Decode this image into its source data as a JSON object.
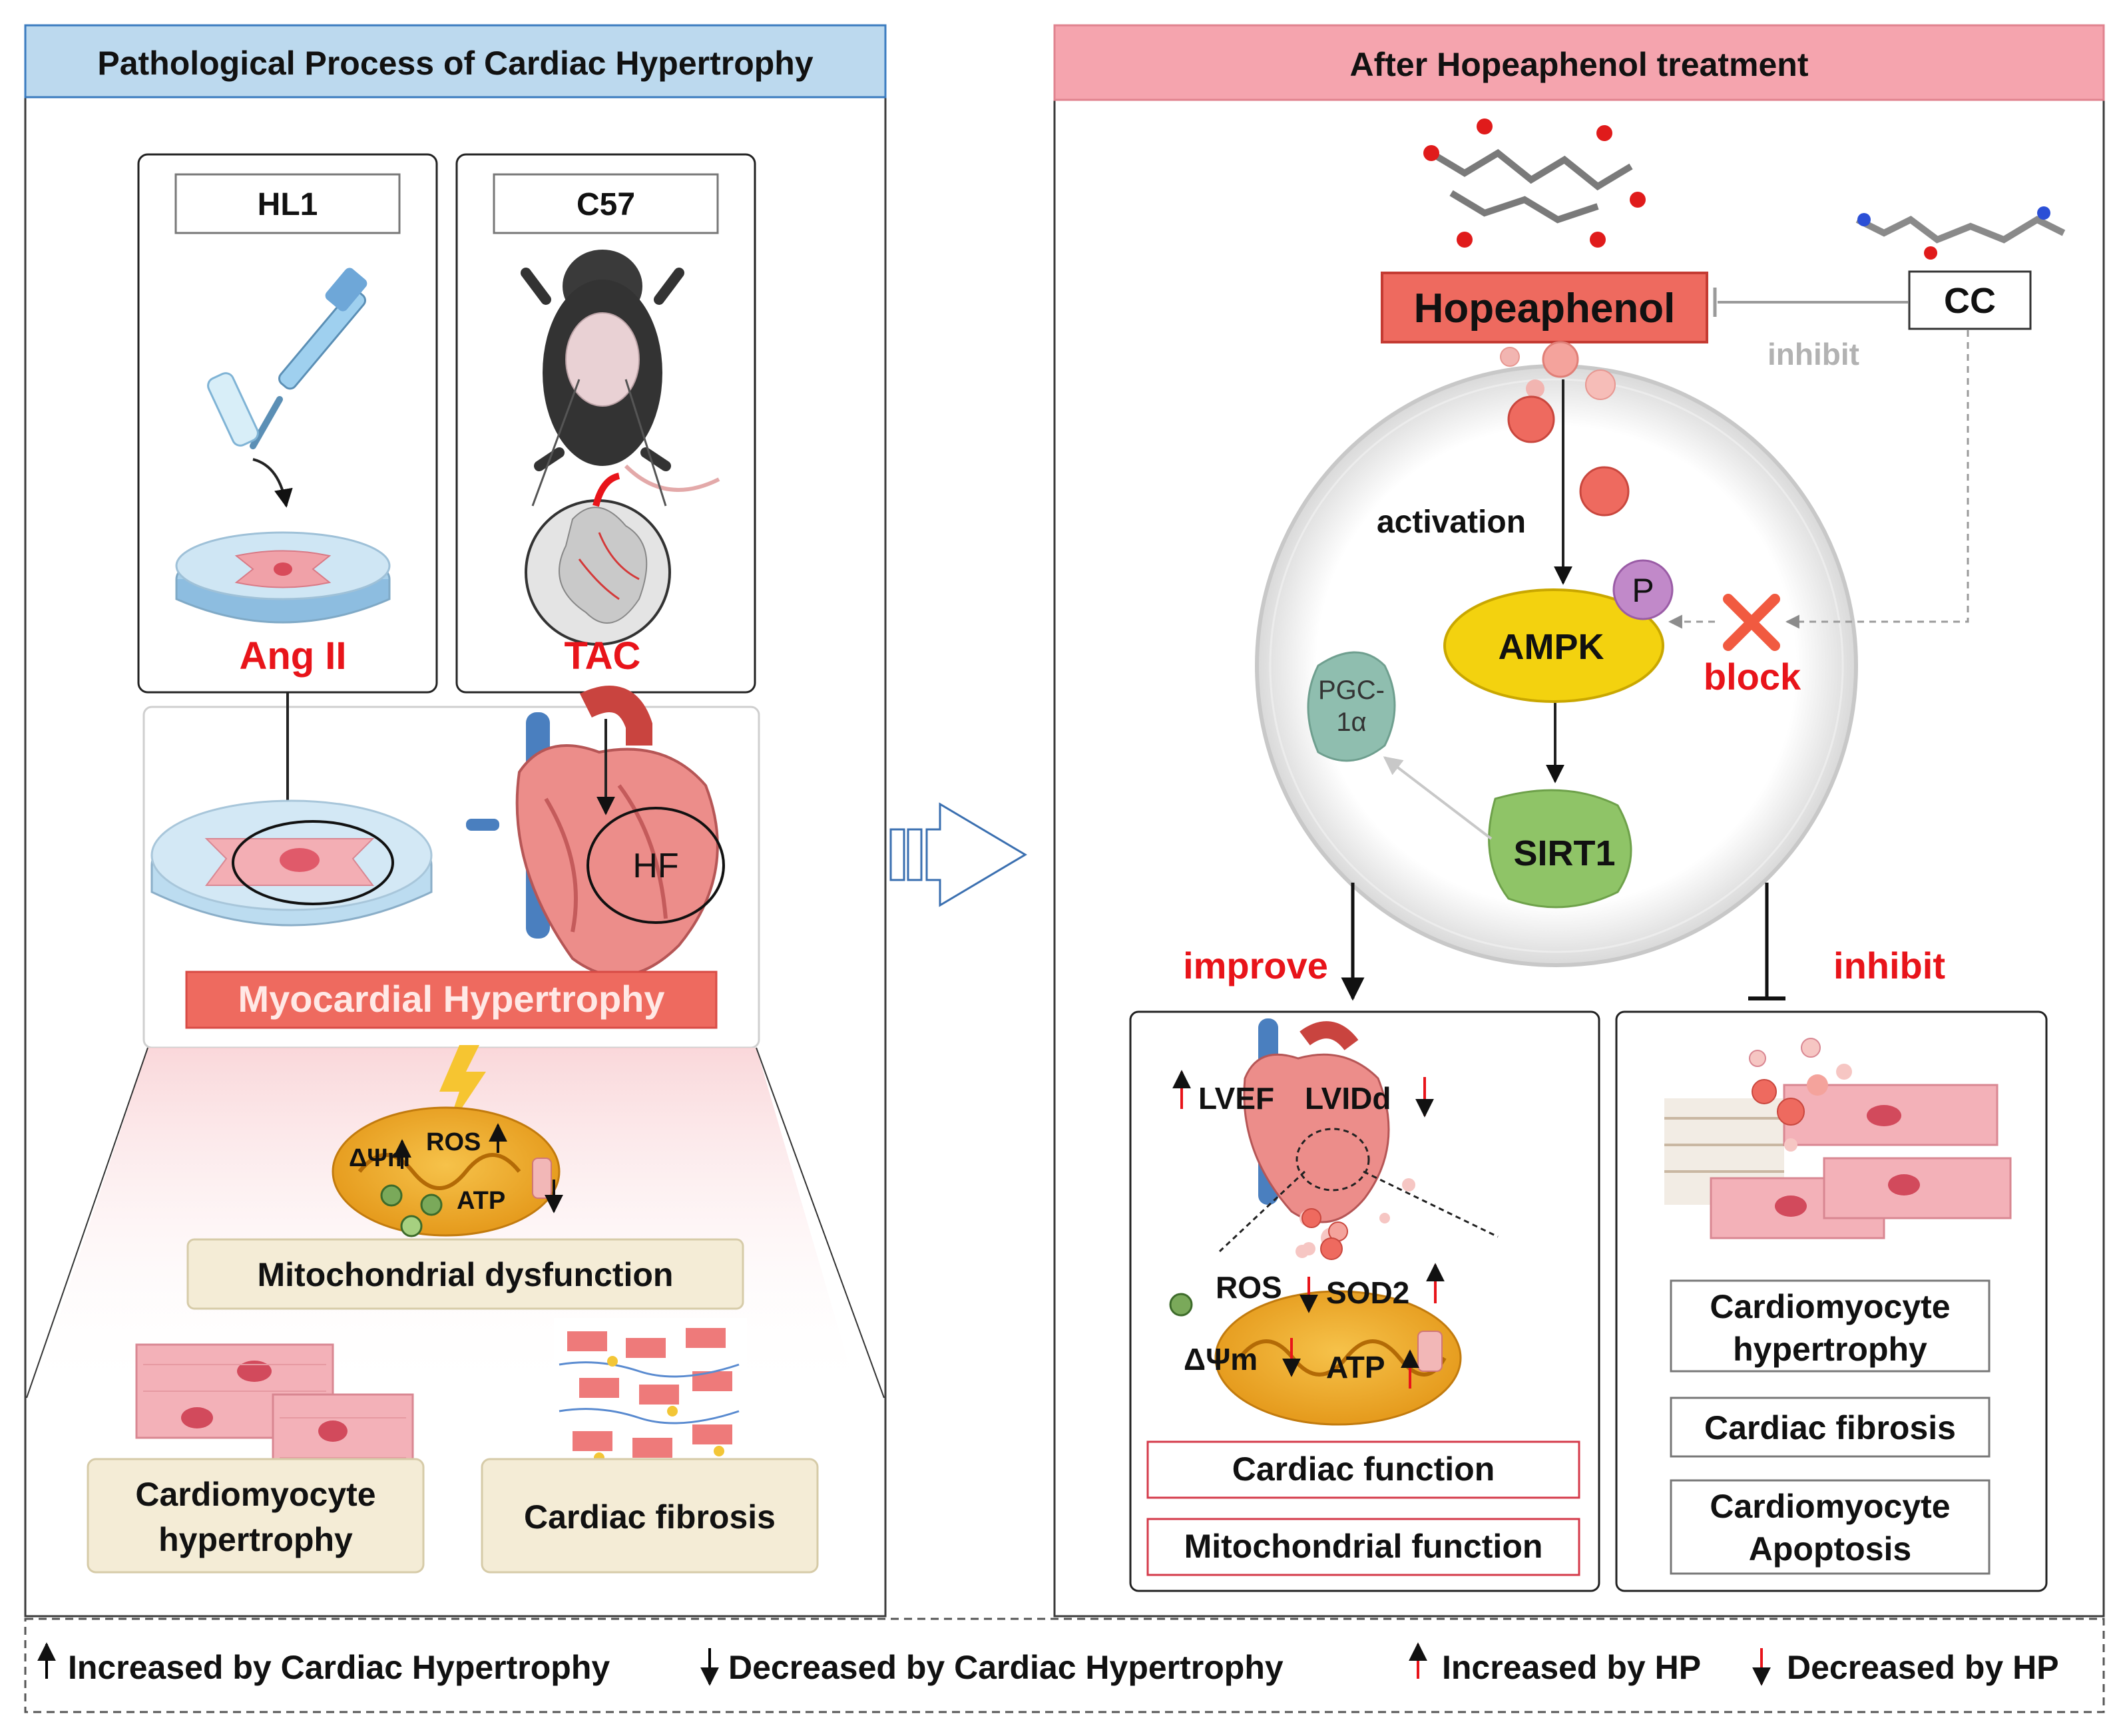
{
  "left_panel": {
    "title": "Pathological Process of Cardiac Hypertrophy",
    "cell_model": {
      "label": "HL1",
      "stimulus": "Ang II"
    },
    "animal_model": {
      "label": "C57",
      "stimulus": "TAC"
    },
    "hf_label": "HF",
    "myocardial_label": "Myocardial Hypertrophy",
    "mito": {
      "dpsi": "ΔΨm",
      "ros": "ROS",
      "atp": "ATP"
    },
    "mito_label": "Mitochondrial dysfunction",
    "outcome_1": "Cardiomyocyte hypertrophy",
    "outcome_2": "Cardiac fibrosis"
  },
  "right_panel": {
    "title": "After Hopeaphenol treatment",
    "drug": "Hopeaphenol",
    "inhibitor": "CC",
    "inhibit_label": "inhibit",
    "activation_label": "activation",
    "ampk": "AMPK",
    "p_label": "P",
    "block_label": "block",
    "pgc_label": "PGC-1α",
    "sirt1": "SIRT1",
    "improve_label": "improve",
    "inhibit_label_2": "inhibit",
    "lvef": "LVEF",
    "lvidd": "LVIDd",
    "mito": {
      "ros": "ROS",
      "sod2": "SOD2",
      "dpsi": "ΔΨm",
      "atp": "ATP"
    },
    "improve_items": [
      "Cardiac function",
      "Mitochondrial function"
    ],
    "inhibit_items": [
      "Cardiomyocyte hypertrophy",
      "Cardiac fibrosis",
      "Cardiomyocyte Apoptosis"
    ]
  },
  "legend": {
    "items": [
      {
        "text": "Increased by Cardiac Hypertrophy",
        "arrow": "up",
        "color": "#000000"
      },
      {
        "text": "Decreased by Cardiac Hypertrophy",
        "arrow": "down",
        "color": "#000000"
      },
      {
        "text": "Increased by HP",
        "arrow": "up",
        "color": "#e8141a"
      },
      {
        "text": "Decreased by HP",
        "arrow": "down",
        "color": "#e8141a"
      }
    ]
  },
  "colors": {
    "left_header": "#bcd9ee",
    "right_header": "#f5a4ae",
    "accent_red": "#e8141a",
    "hopeaphenol_box": "#ee6a5f",
    "ampk": "#f3d20f",
    "sirt1": "#8fc467",
    "pgc": "#8fbeaf",
    "phospho": "#c189c9",
    "beige_box": "#f4ecd6"
  }
}
